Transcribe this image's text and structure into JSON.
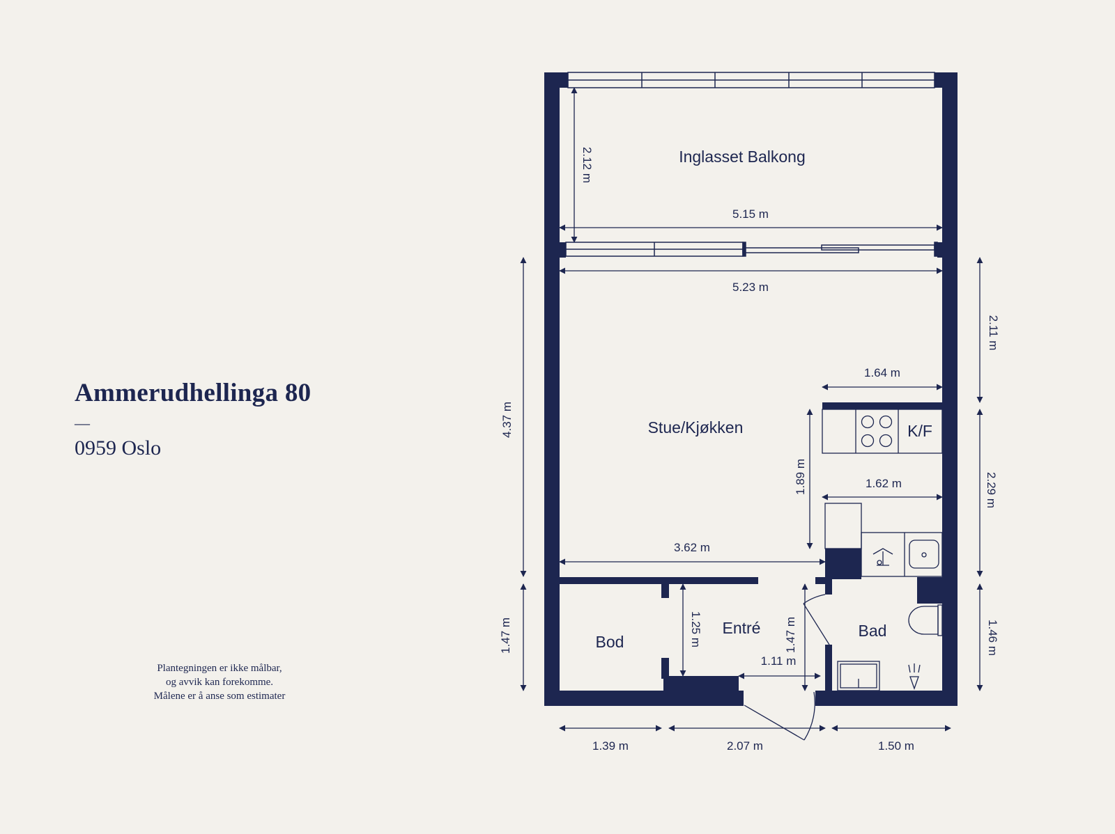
{
  "address": {
    "street": "Ammerudhellinga 80",
    "separator": "—",
    "postal": "0959 Oslo"
  },
  "disclaimer": {
    "line1": "Plantegningen er ikke målbar,",
    "line2": "og avvik kan forekomme.",
    "line3": "Målene er å anse som estimater"
  },
  "rooms": {
    "balcony": "Inglasset Balkong",
    "living": "Stue/Kjøkken",
    "fridge": "K/F",
    "storage": "Bod",
    "hall": "Entré",
    "bath": "Bad"
  },
  "dimensions": {
    "balcony_depth": "2.12 m",
    "balcony_width": "5.15 m",
    "living_width": "5.23 m",
    "left_height": "4.37 m",
    "right_upper": "2.11 m",
    "kitchen_top": "1.64 m",
    "kitchen_height": "1.89 m",
    "right_mid": "2.29 m",
    "kitchen_counter": "1.62 m",
    "living_bottom": "3.62 m",
    "left_lower": "1.47 m",
    "hall_depth": "1.25 m",
    "hall_inner": "1.47 m",
    "door_width": "1.11 m",
    "right_lower": "1.46 m",
    "bottom_left": "1.39 m",
    "bottom_mid": "2.07 m",
    "bottom_right": "1.50 m"
  },
  "colors": {
    "wall": "#1d2650",
    "background": "#f3f1ec"
  }
}
